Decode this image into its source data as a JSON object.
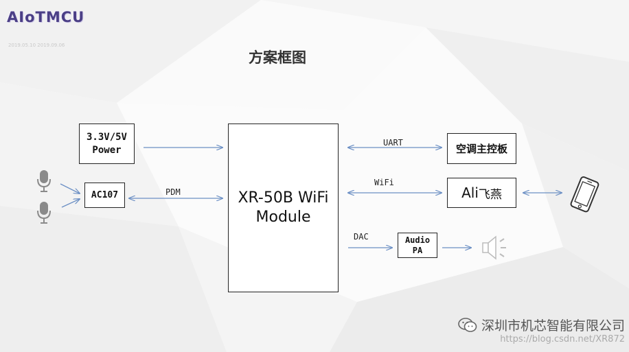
{
  "header": {
    "logo": "AIoTMCU",
    "logo_sub": "2019.05.10  2019.09.06",
    "title": "方案框图"
  },
  "boxes": {
    "power": "3.3V/5V Power",
    "ac107": "AC107",
    "module": "XR-50B WiFi Module",
    "ac_controller": "空调主控板",
    "ali_brand": "Ali",
    "ali_suffix": "飞燕",
    "audio_pa": "AudioPA"
  },
  "labels": {
    "pdm": "PDM",
    "uart": "UART",
    "wifi": "WiFi",
    "dac": "DAC"
  },
  "icons": [
    "microphone-icon",
    "microphone-icon",
    "smartphone-icon",
    "speaker-icon",
    "wechat-icon"
  ],
  "footer": {
    "company": "深圳市机芯智能有限公司",
    "watermark": "https://blog.csdn.net/XR872"
  },
  "colors": {
    "arrow": "#6b8fc4",
    "logo": "#4b3f86",
    "box_border": "#222222"
  }
}
